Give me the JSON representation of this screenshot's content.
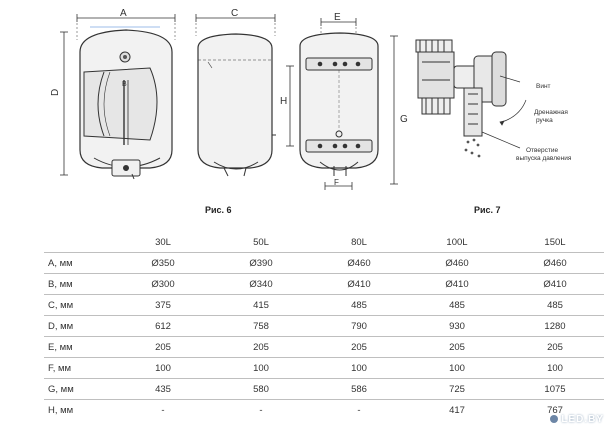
{
  "figures": {
    "fig6_caption": "Рис. 6",
    "fig7_caption": "Рис. 7",
    "dimension_letters": {
      "a": "A",
      "b": "B",
      "c": "C",
      "d": "D",
      "e": "E",
      "f": "F",
      "g": "G",
      "h": "H"
    },
    "fig7_labels": {
      "screw": "Винт",
      "drain_handle_1": "Дренажная",
      "drain_handle_2": "ручка",
      "relief_hole_1": "Отверстие",
      "relief_hole_2": "выпуска давления"
    }
  },
  "table": {
    "columns": [
      "30L",
      "50L",
      "80L",
      "100L",
      "150L"
    ],
    "rows": [
      {
        "label": "A, мм",
        "values": [
          "Ø350",
          "Ø390",
          "Ø460",
          "Ø460",
          "Ø460"
        ]
      },
      {
        "label": "B, мм",
        "values": [
          "Ø300",
          "Ø340",
          "Ø410",
          "Ø410",
          "Ø410"
        ]
      },
      {
        "label": "C, мм",
        "values": [
          "375",
          "415",
          "485",
          "485",
          "485"
        ]
      },
      {
        "label": "D, мм",
        "values": [
          "612",
          "758",
          "790",
          "930",
          "1280"
        ]
      },
      {
        "label": "E, мм",
        "values": [
          "205",
          "205",
          "205",
          "205",
          "205"
        ]
      },
      {
        "label": "F, мм",
        "values": [
          "100",
          "100",
          "100",
          "100",
          "100"
        ]
      },
      {
        "label": "G, мм",
        "values": [
          "435",
          "580",
          "586",
          "725",
          "1075"
        ]
      },
      {
        "label": "H, мм",
        "values": [
          "-",
          "-",
          "-",
          "417",
          "767"
        ]
      }
    ]
  },
  "watermark": "LED.BY"
}
